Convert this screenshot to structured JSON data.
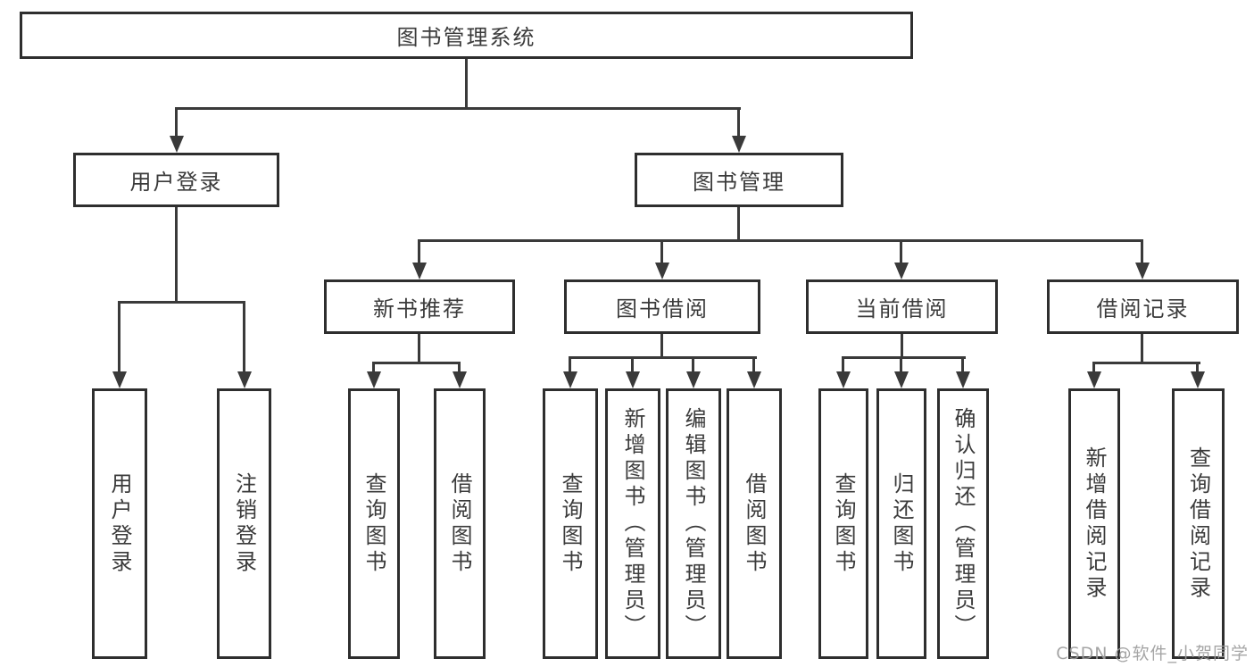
{
  "tree": {
    "label": "图书管理系统",
    "children": [
      {
        "label": "用户登录",
        "children": [
          {
            "label": "用户登录"
          },
          {
            "label": "注销登录"
          }
        ]
      },
      {
        "label": "图书管理",
        "children": [
          {
            "label": "新书推荐",
            "children": [
              {
                "label": "查询图书"
              },
              {
                "label": "借阅图书"
              }
            ]
          },
          {
            "label": "图书借阅",
            "children": [
              {
                "label": "查询图书"
              },
              {
                "label": "新增图书（管理员）"
              },
              {
                "label": "编辑图书（管理员）"
              },
              {
                "label": "借阅图书"
              }
            ]
          },
          {
            "label": "当前借阅",
            "children": [
              {
                "label": "查询图书"
              },
              {
                "label": "归还图书"
              },
              {
                "label": "确认归还（管理员）"
              }
            ]
          },
          {
            "label": "借阅记录",
            "children": [
              {
                "label": "新增借阅记录"
              },
              {
                "label": "查询借阅记录"
              }
            ]
          }
        ]
      }
    ]
  },
  "watermark": {
    "text": "CSDN @软件_小贺同学"
  },
  "colors": {
    "line": "#3a3a3a",
    "border": "#2e2e2e",
    "text": "#3b3b3b",
    "watermark": "#9c9c9c",
    "background": "#ffffff"
  }
}
